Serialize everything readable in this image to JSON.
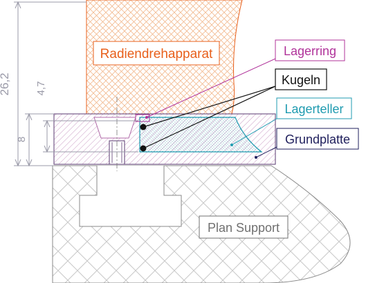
{
  "labels": {
    "radiendrehapparat": "Radiendrehapparat",
    "lagerring": "Lagerring",
    "kugeln": "Kugeln",
    "lagerteller": "Lagerteller",
    "grundplatte": "Grundplatte",
    "plan_support": "Plan Support"
  },
  "dimensions": {
    "overall": "26,2",
    "ball_height": "4,7",
    "plate_height": "8"
  },
  "colors": {
    "radiendrehapparat": "#e8601c",
    "lagerring": "#b0339a",
    "kugeln": "#111111",
    "lagerteller": "#1f9bb0",
    "grundplatte": "#1f1f5c",
    "plan_support": "#707070",
    "dimension": "#9a9aa8"
  }
}
